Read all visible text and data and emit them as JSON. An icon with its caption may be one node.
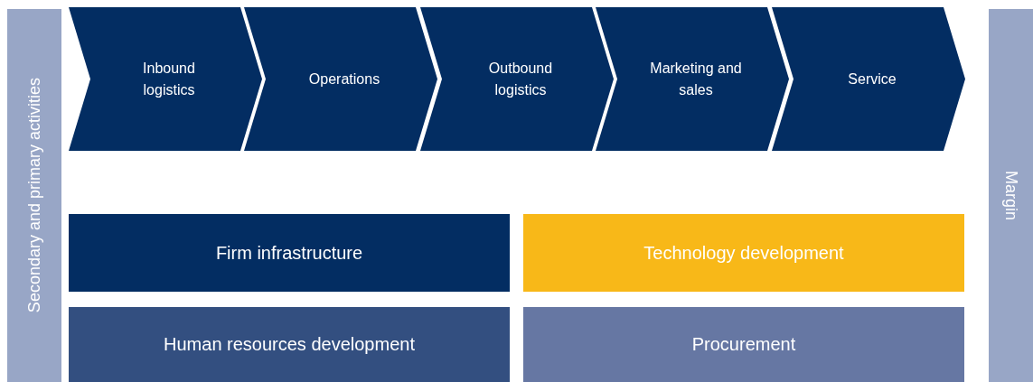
{
  "diagram": {
    "nodes": [
      {
        "text": [
          "Secondary and primary activities"
        ]
      },
      {
        "text": [
          "Inbound logistics"
        ]
      },
      {
        "text": [
          "Operations"
        ]
      },
      {
        "text": [
          "Outbound logistics"
        ]
      },
      {
        "text": [
          "Marketing and sales"
        ]
      },
      {
        "text": [
          "Service"
        ]
      },
      {
        "text": [
          "Firm infrastructure"
        ]
      },
      {
        "text": [
          "Technology development"
        ]
      },
      {
        "text": [
          "Human resources development"
        ]
      },
      {
        "text": [
          "Procurement"
        ]
      },
      {
        "text": [
          "Margin"
        ]
      }
    ]
  }
}
